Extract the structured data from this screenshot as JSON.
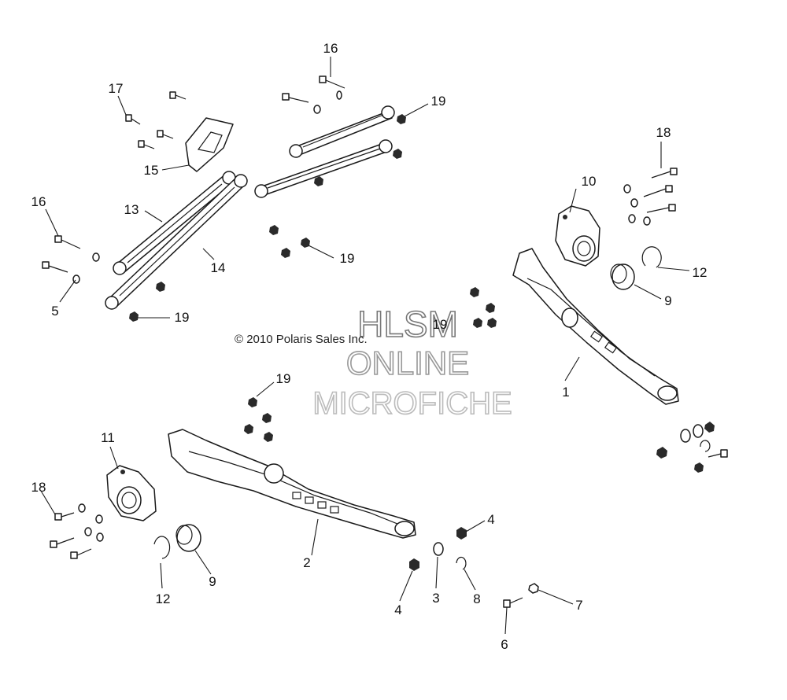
{
  "copyright": "© 2010 Polaris Sales Inc.",
  "watermark": {
    "line1": "HLSM",
    "line2": "ONLINE",
    "line3": "MICROFICHE",
    "color": "#888888"
  },
  "callouts": {
    "c16a": "16",
    "c16b": "16",
    "c17": "17",
    "c15": "15",
    "c13": "13",
    "c14": "14",
    "c5": "5",
    "c19a": "19",
    "c19b": "19",
    "c19c": "19",
    "c19d": "19",
    "c19e": "19",
    "c10": "10",
    "c18a": "18",
    "c12a": "12",
    "c9a": "9",
    "c1": "1",
    "c11": "11",
    "c18b": "18",
    "c2": "2",
    "c9b": "9",
    "c12b": "12",
    "c4a": "4",
    "c4b": "4",
    "c3": "3",
    "c8": "8",
    "c7": "7",
    "c6": "6"
  }
}
